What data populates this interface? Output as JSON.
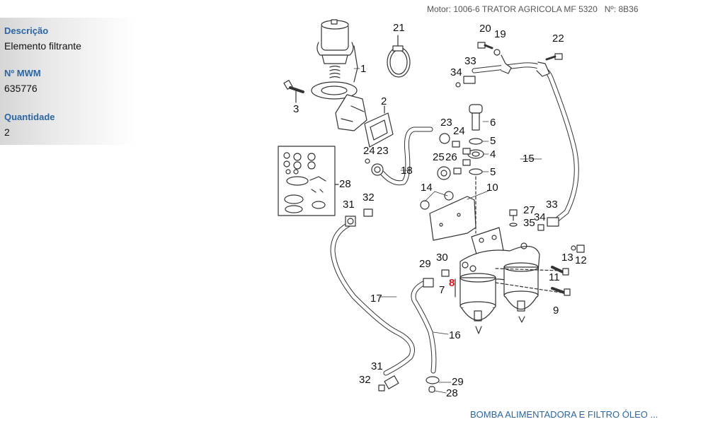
{
  "header": {
    "motor_label": "Motor:",
    "motor_value": "1006-6 TRATOR AGRICOLA MF 5320",
    "number_label": "Nº:",
    "number_value": "8B36",
    "text": "Motor: 1006-6 TRATOR AGRICOLA MF 5320   Nº: 8B36"
  },
  "part_info": {
    "description_label": "Descrição",
    "description_value": "Elemento filtrante",
    "mwm_label": "Nº MWM",
    "mwm_value": "635776",
    "quantity_label": "Quantidade",
    "quantity_value": "2"
  },
  "diagram": {
    "title": "BOMBA ALIMENTADORA E FILTRO ÓLEO ...",
    "highlight_color": "#d4151b",
    "selected_callout": "8",
    "callouts": [
      {
        "id": "c1",
        "label": "1"
      },
      {
        "id": "c2",
        "label": "2"
      },
      {
        "id": "c3",
        "label": "3"
      },
      {
        "id": "c4",
        "label": "4"
      },
      {
        "id": "c5a",
        "label": "5"
      },
      {
        "id": "c5b",
        "label": "5"
      },
      {
        "id": "c6",
        "label": "6"
      },
      {
        "id": "c7",
        "label": "7"
      },
      {
        "id": "c8",
        "label": "8"
      },
      {
        "id": "c9",
        "label": "9"
      },
      {
        "id": "c10",
        "label": "10"
      },
      {
        "id": "c11",
        "label": "11"
      },
      {
        "id": "c12",
        "label": "12"
      },
      {
        "id": "c13",
        "label": "13"
      },
      {
        "id": "c14",
        "label": "14"
      },
      {
        "id": "c15",
        "label": "15"
      },
      {
        "id": "c16",
        "label": "16"
      },
      {
        "id": "c17",
        "label": "17"
      },
      {
        "id": "c18",
        "label": "18"
      },
      {
        "id": "c19",
        "label": "19"
      },
      {
        "id": "c20",
        "label": "20"
      },
      {
        "id": "c21",
        "label": "21"
      },
      {
        "id": "c22",
        "label": "22"
      },
      {
        "id": "c23a",
        "label": "23"
      },
      {
        "id": "c23b",
        "label": "23"
      },
      {
        "id": "c24a",
        "label": "24"
      },
      {
        "id": "c24b",
        "label": "24"
      },
      {
        "id": "c25",
        "label": "25"
      },
      {
        "id": "c26",
        "label": "26"
      },
      {
        "id": "c27",
        "label": "27"
      },
      {
        "id": "c28a",
        "label": "28"
      },
      {
        "id": "c28b",
        "label": "28"
      },
      {
        "id": "c29a",
        "label": "29"
      },
      {
        "id": "c29b",
        "label": "29"
      },
      {
        "id": "c30",
        "label": "30"
      },
      {
        "id": "c31a",
        "label": "31"
      },
      {
        "id": "c31b",
        "label": "31"
      },
      {
        "id": "c32a",
        "label": "32"
      },
      {
        "id": "c32b",
        "label": "32"
      },
      {
        "id": "c33a",
        "label": "33"
      },
      {
        "id": "c33b",
        "label": "33"
      },
      {
        "id": "c34a",
        "label": "34"
      },
      {
        "id": "c34b",
        "label": "34"
      },
      {
        "id": "c35",
        "label": "35"
      }
    ]
  }
}
